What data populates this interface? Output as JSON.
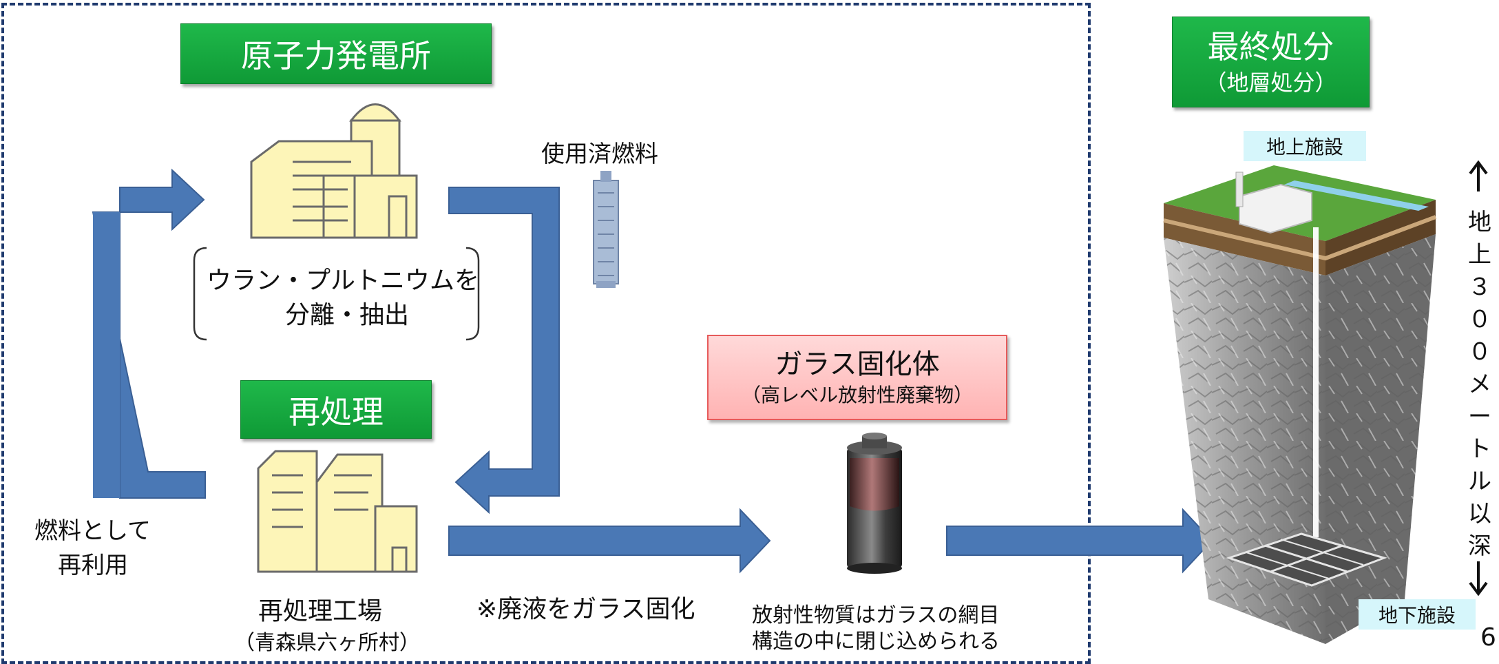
{
  "nuclear_plant": {
    "title": "原子力発電所",
    "process_line1": "ウラン・プルトニウムを",
    "process_line2": "分離・抽出"
  },
  "spent_fuel": {
    "label": "使用済燃料"
  },
  "reprocessing": {
    "title": "再処理",
    "plant_name": "再処理工場",
    "plant_location": "（青森県六ヶ所村）"
  },
  "reuse": {
    "line1": "燃料として",
    "line2": "再利用"
  },
  "vitrification_note": "※廃液をガラス固化",
  "vitrified": {
    "title": "ガラス固化体",
    "subtitle": "（高レベル放射性廃棄物）",
    "desc_line1": "放射性物質はガラスの網目",
    "desc_line2": "構造の中に閉じ込められる"
  },
  "disposal": {
    "title": "最終処分",
    "subtitle": "（地層処分）",
    "surface_facility": "地上施設",
    "underground_facility": "地下施設",
    "depth_chars": [
      "地",
      "上",
      "３",
      "０",
      "０",
      "メ",
      "ー",
      "ト",
      "ル",
      "以",
      "深"
    ]
  },
  "page_number": "6",
  "colors": {
    "arrow_fill": "#4a78b5",
    "arrow_stroke": "#3a5f94",
    "green_label": "#1aab43",
    "building_fill": "#fdf5b8",
    "dashed_border": "#1f3a6e"
  }
}
